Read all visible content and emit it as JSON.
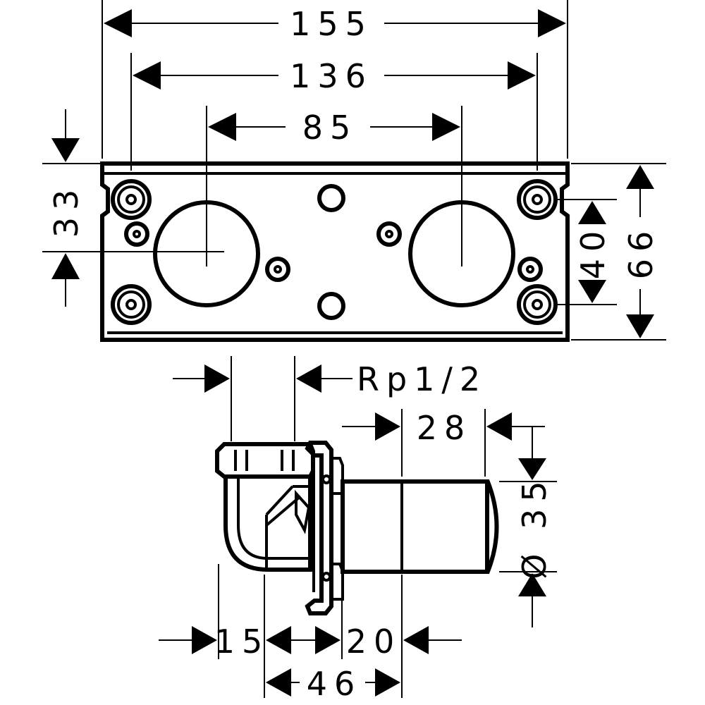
{
  "dimensions": {
    "overall_width": "155",
    "outer_hole_spacing": "136",
    "valve_spacing": "85",
    "top_offset": "33",
    "hole_vertical_spacing": "40",
    "plate_height": "66",
    "thread": "Rp1/2",
    "sleeve_length": "28",
    "sleeve_diameter": "Ø 35",
    "offset_15": "15",
    "offset_20": "20",
    "depth_46": "46"
  }
}
